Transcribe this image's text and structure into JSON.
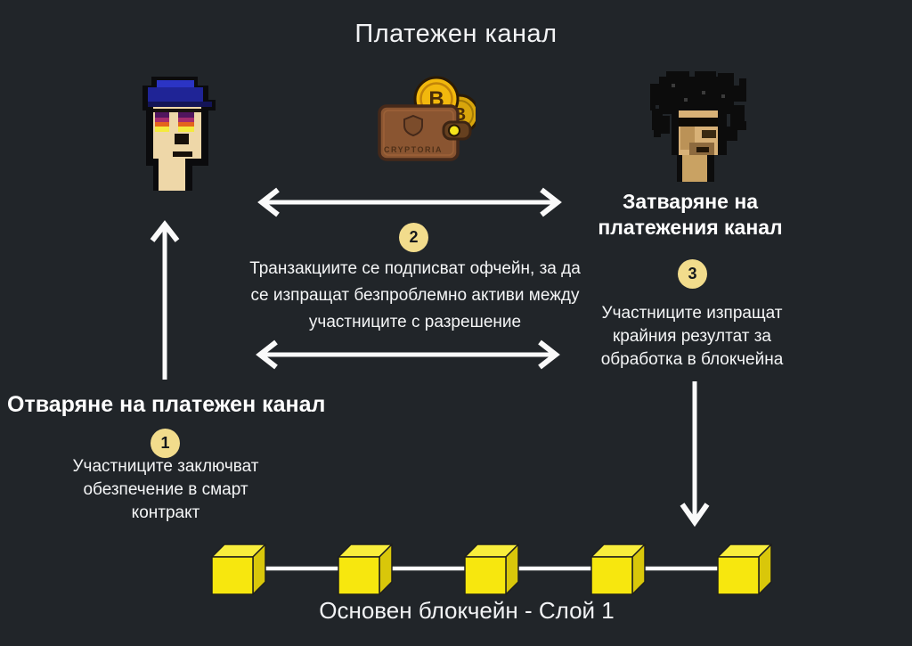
{
  "colors": {
    "background": "#212529",
    "text": "#f2f3f5",
    "badge_bg": "#f2dc8c",
    "badge_text": "#15181c",
    "arrow": "#fafafa",
    "cube_front": "#f7e70e",
    "cube_top": "#f9ee3c",
    "cube_side": "#d9c70a",
    "wallet_brown": "#8a5531",
    "coin_gold": "#f2b80d"
  },
  "title": "Платежен канал",
  "avatars": {
    "left": "pixel-punk-blue-cap",
    "right": "pixel-punk-wild-hair"
  },
  "wallet": {
    "icon": "crypto-wallet-with-bitcoin-coins",
    "brand": "CRYPTORIA",
    "coin_symbol": "B"
  },
  "steps": [
    {
      "number": "1",
      "heading": "Отваряне на платежен канал",
      "description": "Участниците заключват обезпечение в смарт контракт"
    },
    {
      "number": "2",
      "description": "Транзакциите се подписват офчейн, за да се изпращат безпроблемно активи между участниците с разрешение"
    },
    {
      "number": "3",
      "heading": "Затваряне на платежения канал",
      "description": "Участниците изпращат крайния резултат за обработка в блокчейна"
    }
  ],
  "blockchain": {
    "label": "Основен блокчейн - Слой 1",
    "block_count": 5
  }
}
